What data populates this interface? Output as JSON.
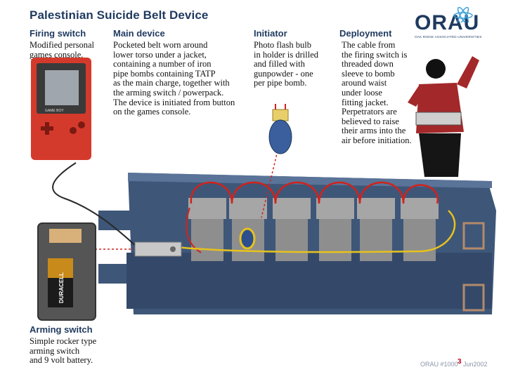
{
  "title": "Palestinian Suicide Belt Device",
  "logo": {
    "text": "ORAU",
    "subtitle": "OAK RIDGE ASSOCIATED UNIVERSITIES"
  },
  "sections": {
    "firing_switch": {
      "heading": "Firing switch",
      "body": "Modified personal\ngames console."
    },
    "main_device": {
      "heading": "Main device",
      "body": "Pocketed belt worn around\nlower torso under a jacket,\ncontaining a number of iron\npipe bombs containing TATP\nas the main charge, together with\nthe arming switch / powerpack.\nThe device is initiated from button\non the games console."
    },
    "initiator": {
      "heading": "Initiator",
      "body": "Photo flash bulb\nin holder is drilled\nand filled with\ngunpowder - one\nper pipe bomb."
    },
    "deployment": {
      "heading": "Deployment",
      "body": "The cable from\nthe firing switch is\nthreaded down\nsleeve to bomb\naround waist\nunder loose\nfitting jacket.\nPerpetrators are\nbelieved to raise\ntheir arms into the\nair before initiation."
    },
    "arming_switch": {
      "heading": "Arming switch",
      "body": "Simple rocker type\narming switch\nand 9 volt battery."
    }
  },
  "illustration": {
    "console_label": "GAME BOY",
    "battery_label": "DURACELL"
  },
  "footer": {
    "left": "ORAU #1000",
    "page_number": "3",
    "right": "Jun2002"
  },
  "colors": {
    "heading": "#1f3a5f",
    "belt": "#3e5779",
    "pipe": "#9a9a9a",
    "console": "#d43a2c",
    "wire_red": "#d0231c",
    "wire_yellow": "#e7c21c"
  }
}
